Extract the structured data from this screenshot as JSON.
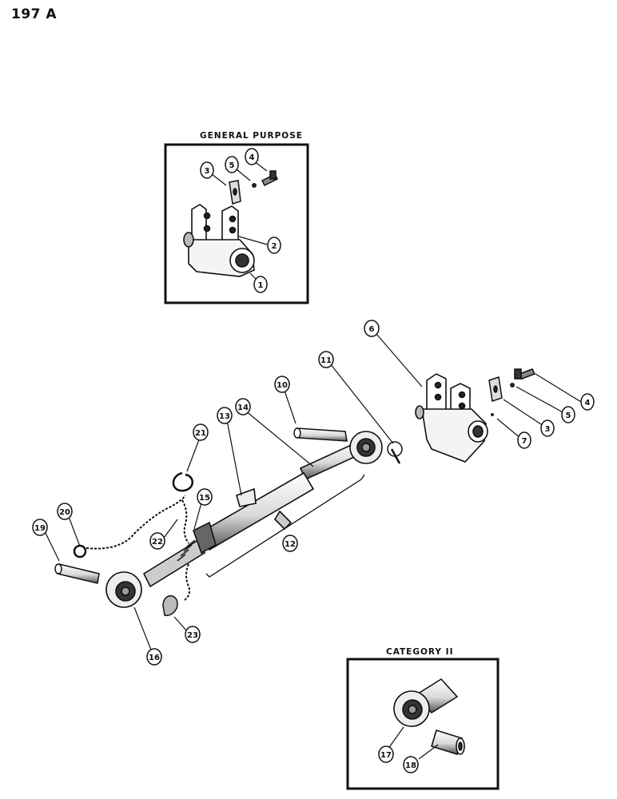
{
  "page_id": "197 A",
  "insets": {
    "general_purpose_title": "GENERAL   PURPOSE",
    "category_title": "CATEGORY II"
  },
  "callouts": {
    "c1": "1",
    "c2": "2",
    "c3a": "3",
    "c4a": "4",
    "c5a": "5",
    "c6": "6",
    "c4b": "4",
    "c5b": "5",
    "c3b": "3",
    "c7": "7",
    "c10": "10",
    "c11": "11",
    "c14": "14",
    "c13": "13",
    "c21": "21",
    "c15": "15",
    "c20": "20",
    "c22": "22",
    "c12": "12",
    "c19": "19",
    "c16": "16",
    "c23": "23",
    "c17": "17",
    "c18": "18"
  }
}
